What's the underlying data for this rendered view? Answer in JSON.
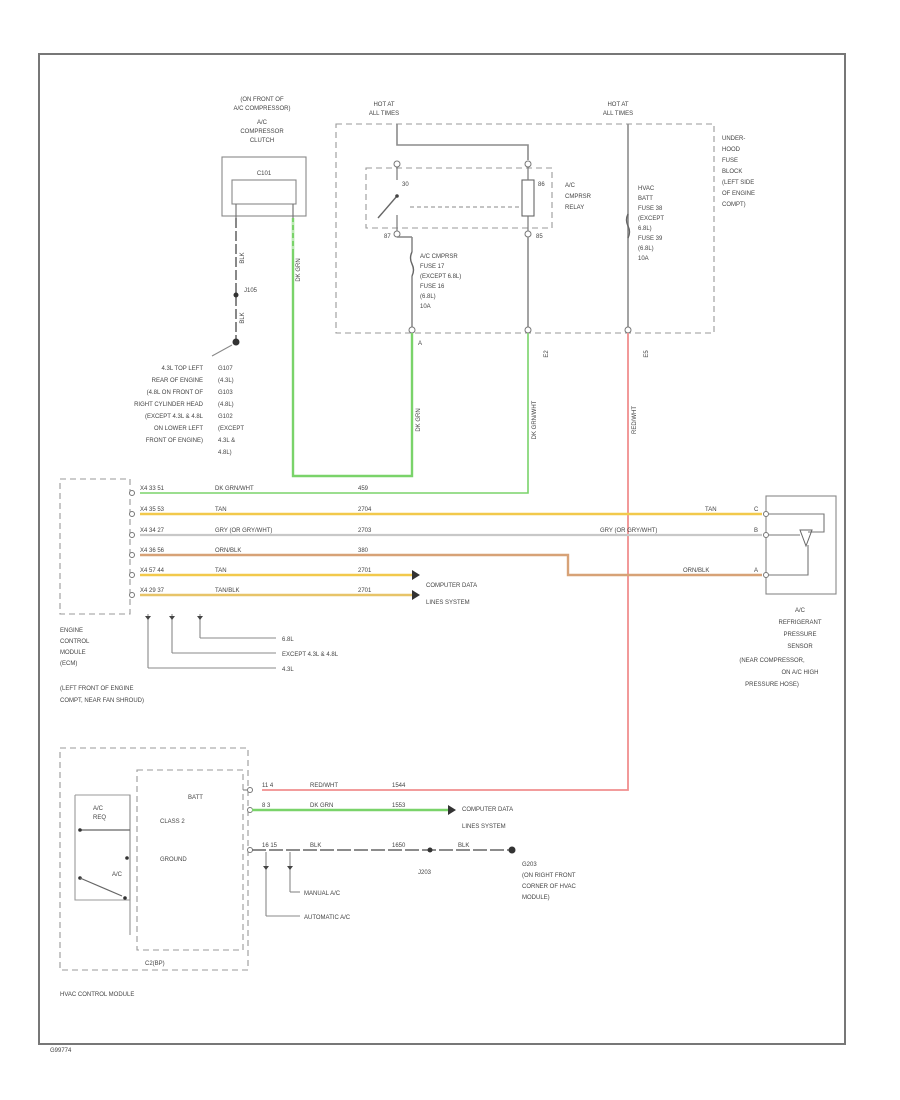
{
  "colors": {
    "green_wire": "#7ad36a",
    "yellow_wire": "#f2c94c",
    "orange_wire": "#d7a277",
    "pink_wire": "#f08e8e",
    "gray_wire": "#8c8c8c"
  },
  "compressor": {
    "location": [
      "(ON FRONT OF",
      "A/C COMPRESSOR)"
    ],
    "title": [
      "A/C",
      "COMPRESSOR",
      "CLUTCH"
    ],
    "connector": "C101",
    "ground_wire": "BLK",
    "splice": "J105",
    "ground_wire_lower": "BLK",
    "hot_wire": "DK GRN"
  },
  "fuse_block": {
    "hot_left": [
      "HOT AT",
      "ALL TIMES"
    ],
    "hot_right": [
      "HOT AT",
      "ALL TIMES"
    ],
    "name": [
      "UNDER-",
      "HOOD",
      "FUSE",
      "BLOCK",
      "(LEFT SIDE",
      "OF ENGINE",
      "COMPT)"
    ],
    "relay_pin_30": "30",
    "relay_pin_87": "87",
    "relay_pin_86": "86",
    "relay_pin_85": "85",
    "relay_label": [
      "A/C",
      "CMPRSR",
      "RELAY"
    ],
    "fuse_left": [
      "A/C CMPRSR",
      "FUSE 17",
      "(EXCEPT 6.8L)",
      "FUSE 16",
      "(6.8L)",
      "10A"
    ],
    "fuse_right": [
      "HVAC",
      "BATT",
      "FUSE 38",
      "(EXCEPT",
      "6.8L)",
      "FUSE 39",
      "(6.8L)",
      "10A"
    ],
    "pin_left": "A",
    "pin_mid": "E2",
    "pin_right": "E5",
    "wire_left": "DK GRN",
    "wire_mid": "DK GRN/WHT",
    "wire_right": "RED/WHT"
  },
  "ground_info": {
    "left_lines": [
      "4.3L TOP LEFT",
      "REAR OF ENGINE",
      "(4.8L ON FRONT OF",
      "RIGHT CYLINDER HEAD",
      "(EXCEPT 4.3L & 4.8L",
      "ON LOWER LEFT",
      "FRONT OF ENGINE)"
    ],
    "right_lines": [
      "G107",
      "(4.3L)",
      "G103",
      "(4.8L)",
      "G102",
      "(EXCEPT",
      "4.3L &",
      "4.8L)"
    ]
  },
  "ecm": {
    "rows": [
      {
        "pins": "X4 33 51",
        "wire": "DK GRN/WHT",
        "circuit": "459"
      },
      {
        "pins": "X4 35 53",
        "wire": "TAN",
        "circuit": "2704"
      },
      {
        "pins": "X4 34 27",
        "wire": "GRY (OR GRY/WHT)",
        "circuit": "2703"
      },
      {
        "pins": "X4 36 56",
        "wire": "ORN/BLK",
        "circuit": "380"
      },
      {
        "pins": "X4 57 44",
        "wire": "TAN",
        "circuit": "2701"
      },
      {
        "pins": "X4 29 37",
        "wire": "TAN/BLK",
        "circuit": "2701"
      }
    ],
    "data_link_1": [
      "COMPUTER DATA",
      "LINES SYSTEM"
    ],
    "name": [
      "ENGINE",
      "CONTROL",
      "MODULE",
      "(ECM)",
      "(LEFT FRONT OF ENGINE",
      "COMPT, NEAR FAN SHROUD)"
    ],
    "variant_1": "6.8L",
    "variant_2": "EXCEPT 4.3L & 4.8L",
    "variant_3": "4.3L"
  },
  "sensor": {
    "wire_1": "TAN",
    "wire_2": "GRY (OR GRY/WHT)",
    "wire_3": "ORN/BLK",
    "pin_1": "C",
    "pin_2": "B",
    "pin_3": "A",
    "name": [
      "A/C",
      "REFRIGERANT",
      "PRESSURE",
      "SENSOR",
      "(NEAR COMPRESSOR,",
      "ON A/C HIGH",
      "PRESSURE HOSE)"
    ]
  },
  "hvac": {
    "inner_1": "BATT",
    "inner_2": "CLASS 2",
    "inner_3": "GROUND",
    "switch_1": [
      "A/C",
      "REQ"
    ],
    "switch_2": "A/C",
    "row_1": {
      "pins": "11  4",
      "wire": "RED/WHT",
      "circuit": "1544"
    },
    "row_2": {
      "pins": "8  3",
      "wire": "DK GRN",
      "circuit": "1553"
    },
    "row_3": {
      "pins": "16  15",
      "wire": "BLK",
      "circuit": "1650"
    },
    "data_link": [
      "COMPUTER DATA",
      "LINES SYSTEM"
    ],
    "ground_wire": "BLK",
    "splice": "J203",
    "ground": [
      "G203",
      "(ON RIGHT FRONT",
      "CORNER OF HVAC",
      "MODULE)"
    ],
    "variant_1": "MANUAL A/C",
    "variant_2": "AUTOMATIC A/C",
    "connector": "C2(BP)",
    "name": "HVAC CONTROL MODULE"
  },
  "footer_code": "G99774"
}
